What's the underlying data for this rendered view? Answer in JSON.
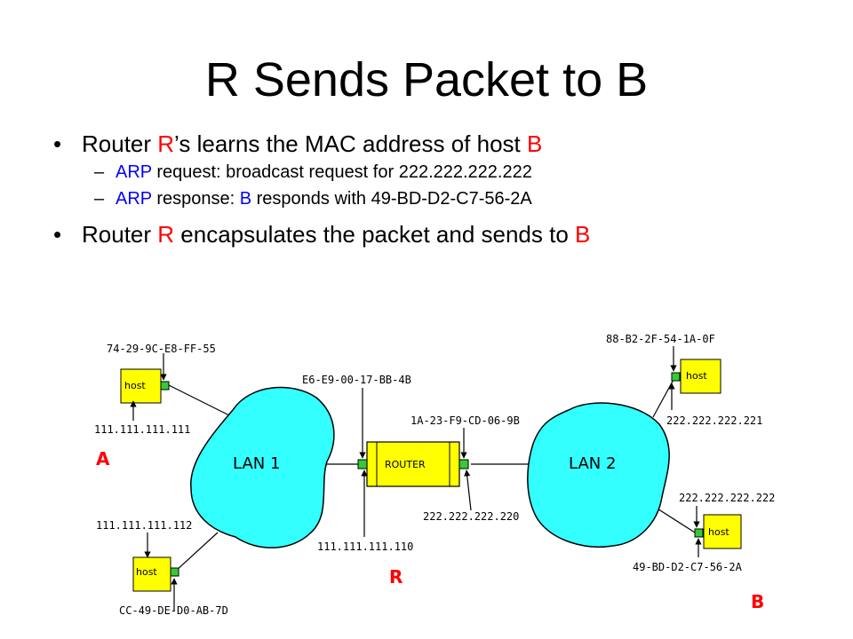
{
  "slide": {
    "title": "R Sends Packet to B",
    "bullet1": {
      "a": "Router ",
      "b": "R",
      "c": "’s learns the MAC address of host ",
      "d": "B"
    },
    "sub1": {
      "a": "ARP",
      "b": " request: broadcast request for 222.222.222.222"
    },
    "sub2": {
      "a": "ARP",
      "b": " response: ",
      "c": "B",
      "d": " responds with 49-BD-D2-C7-56-2A"
    },
    "bullet2": {
      "a": "Router ",
      "b": "R",
      "c": " encapsulates the packet and sends to ",
      "d": "B"
    }
  },
  "diagram": {
    "lan1": "LAN 1",
    "lan2": "LAN 2",
    "router": "ROUTER",
    "host_label": "host",
    "mac_host_a": "74-29-9C-E8-FF-55",
    "ip_host_a": "111.111.111.111",
    "ip_host_c": "111.111.111.112",
    "mac_host_c": "CC-49-DE-D0-AB-7D",
    "mac_router_left": "E6-E9-00-17-BB-4B",
    "ip_router_left": "111.111.111.110",
    "mac_router_right": "1A-23-F9-CD-06-9B",
    "ip_router_right": "222.222.222.220",
    "mac_host_d": "88-B2-2F-54-1A-0F",
    "ip_host_d": "222.222.222.221",
    "ip_host_b": "222.222.222.222",
    "mac_host_b": "49-BD-D2-C7-56-2A",
    "tag_a": "A",
    "tag_r": "R",
    "tag_b": "B",
    "colors": {
      "lan": "#33ffff",
      "node": "#ffff00",
      "port": "#33cc33",
      "accent": "#ff0000",
      "sub_accent": "#0000ff"
    }
  }
}
